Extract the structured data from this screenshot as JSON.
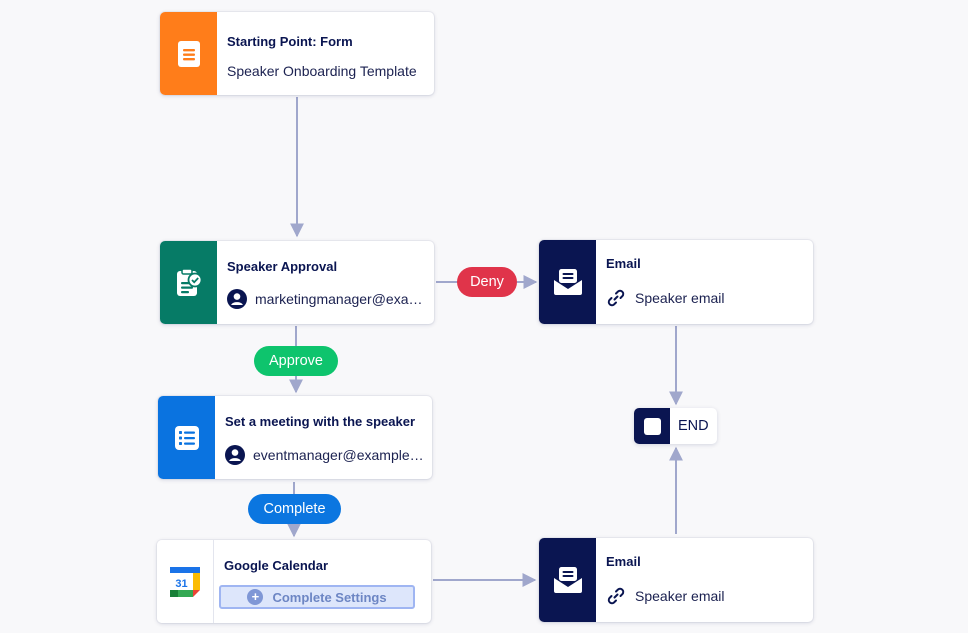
{
  "nodes": {
    "start": {
      "title": "Starting Point: Form",
      "subtitle": "Speaker Onboarding Template",
      "color": "#ff7d1a",
      "icon": "form-icon"
    },
    "approval": {
      "title": "Speaker Approval",
      "subtitle": "marketingmanager@example.com",
      "color": "#067b66",
      "icon": "approval-icon"
    },
    "meeting": {
      "title": "Set a meeting with the speaker",
      "subtitle": "eventmanager@example.com",
      "color": "#0a73e0",
      "icon": "task-list-icon"
    },
    "calendar": {
      "title": "Google Calendar",
      "button_label": "Complete Settings",
      "icon": "google-calendar-icon",
      "icon_text": "31"
    },
    "email_top": {
      "title": "Email",
      "subtitle": "Speaker email",
      "color": "#0a1551",
      "icon": "email-icon"
    },
    "email_bottom": {
      "title": "Email",
      "subtitle": "Speaker email",
      "color": "#0a1551",
      "icon": "email-icon"
    },
    "end": {
      "label": "END",
      "icon": "stop-icon"
    }
  },
  "badges": {
    "deny": {
      "label": "Deny",
      "color": "#e0344a"
    },
    "approve": {
      "label": "Approve",
      "color": "#0ec46d"
    },
    "complete": {
      "label": "Complete",
      "color": "#0b76e0"
    }
  },
  "connector_color": "#a0a7cc"
}
